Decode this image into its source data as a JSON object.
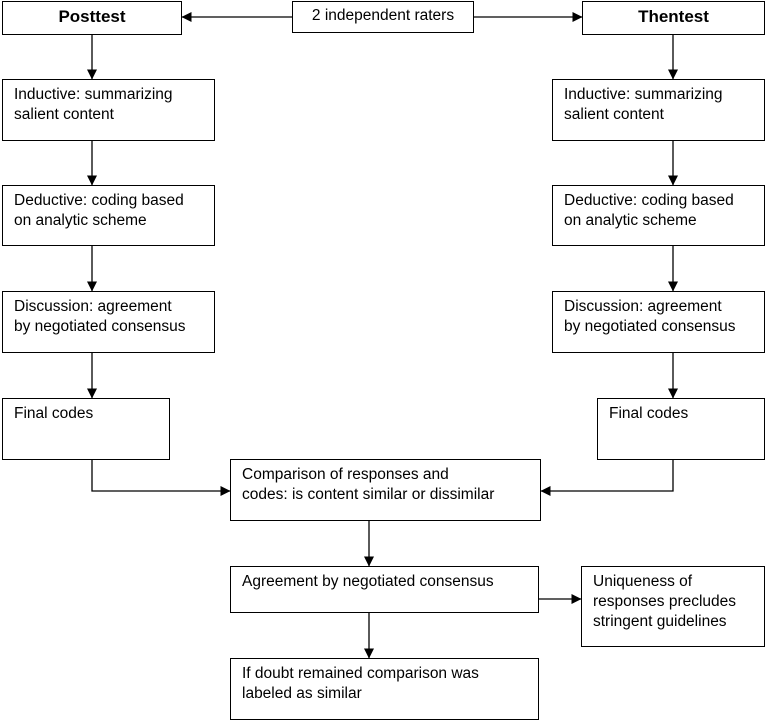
{
  "nodes": {
    "raters": {
      "lines": [
        "2 independent raters"
      ]
    },
    "posttest": {
      "lines": [
        "Posttest"
      ]
    },
    "thentest": {
      "lines": [
        "Thentest"
      ]
    },
    "left_inductive": {
      "lines": [
        "Inductive: summarizing",
        "salient content"
      ]
    },
    "left_deductive": {
      "lines": [
        "Deductive: coding based",
        "on analytic scheme"
      ]
    },
    "left_discussion": {
      "lines": [
        "Discussion: agreement",
        "by negotiated consensus"
      ]
    },
    "left_final": {
      "lines": [
        "Final codes"
      ]
    },
    "right_inductive": {
      "lines": [
        "Inductive: summarizing",
        "salient content"
      ]
    },
    "right_deductive": {
      "lines": [
        "Deductive: coding based",
        "on analytic scheme"
      ]
    },
    "right_discussion": {
      "lines": [
        "Discussion: agreement",
        "by negotiated consensus"
      ]
    },
    "right_final": {
      "lines": [
        "Final codes"
      ]
    },
    "comparison": {
      "lines": [
        "Comparison of responses and",
        "codes: is content similar or dissimilar"
      ]
    },
    "agreement": {
      "lines": [
        "Agreement by negotiated consensus"
      ]
    },
    "uniqueness": {
      "lines": [
        "Uniqueness of",
        "responses precludes",
        "stringent guidelines"
      ]
    },
    "doubt": {
      "lines": [
        "If doubt remained comparison was",
        "labeled as similar"
      ]
    }
  },
  "edges": [
    {
      "from": "raters",
      "to": "posttest"
    },
    {
      "from": "raters",
      "to": "thentest"
    },
    {
      "from": "posttest",
      "to": "left_inductive"
    },
    {
      "from": "left_inductive",
      "to": "left_deductive"
    },
    {
      "from": "left_deductive",
      "to": "left_discussion"
    },
    {
      "from": "left_discussion",
      "to": "left_final"
    },
    {
      "from": "thentest",
      "to": "right_inductive"
    },
    {
      "from": "right_inductive",
      "to": "right_deductive"
    },
    {
      "from": "right_deductive",
      "to": "right_discussion"
    },
    {
      "from": "right_discussion",
      "to": "right_final"
    },
    {
      "from": "left_final",
      "to": "comparison"
    },
    {
      "from": "right_final",
      "to": "comparison"
    },
    {
      "from": "comparison",
      "to": "agreement"
    },
    {
      "from": "agreement",
      "to": "uniqueness"
    },
    {
      "from": "agreement",
      "to": "doubt"
    }
  ]
}
